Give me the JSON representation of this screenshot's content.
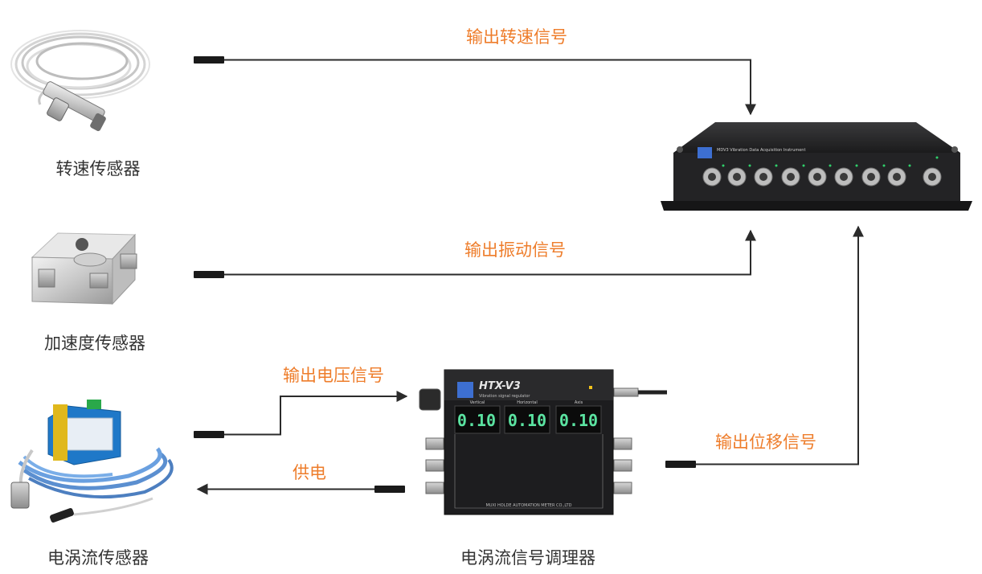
{
  "signals": {
    "speed": "输出转速信号",
    "vibration": "输出振动信号",
    "voltage": "输出电压信号",
    "power": "供电",
    "displacement": "输出位移信号"
  },
  "devices": {
    "speed_sensor": "转速传感器",
    "accel_sensor": "加速度传感器",
    "eddy_sensor": "电涡流传感器",
    "conditioner": "电涡流信号调理器"
  },
  "conditioner_panel": {
    "model": "HTX-V3",
    "subtitle": "Vibration signal regulator",
    "channels": [
      "Vertical",
      "Horizontal",
      "Axis"
    ],
    "readings": [
      "0.10",
      "0.10",
      "0.10"
    ],
    "footer": "MUXI HOLDE AUTOMATION METER CO.,LTD"
  },
  "colors": {
    "signal_text": "#ee7d2b",
    "label_text": "#333333",
    "arrow": "#2b2b2b",
    "device_body": "#1d1d1f",
    "display": "#5be3a1"
  }
}
